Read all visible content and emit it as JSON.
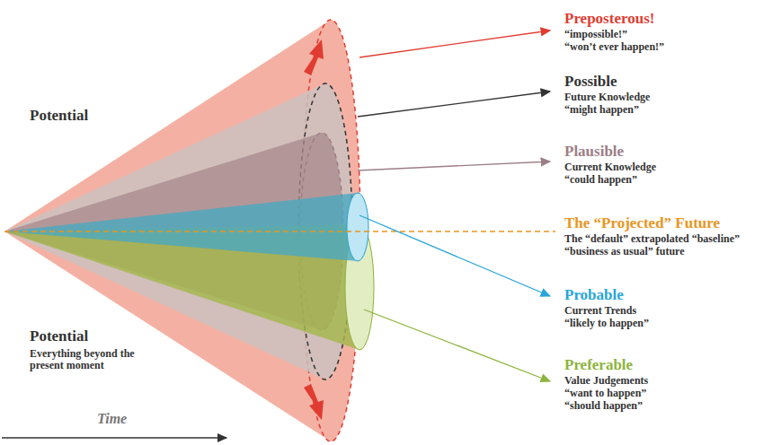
{
  "diagram": {
    "labels": [
      "Preposterous!",
      "“impossible!”",
      "“won’t ever happen!”",
      "Possible",
      "Future Knowledge",
      "“might happen”",
      "Plausible",
      "Current Knowledge",
      "“could happen”",
      "The “Projected” Future",
      "The “default” extrapolated “baseline”",
      "“business as usual” future",
      "Probable",
      "Current Trends",
      "“likely to happen”",
      "Preferable",
      "Value Judgements",
      "“want to happen”",
      "“should happen”",
      "Potential",
      "Potential",
      "Everything beyond the present moment",
      "Time"
    ]
  }
}
